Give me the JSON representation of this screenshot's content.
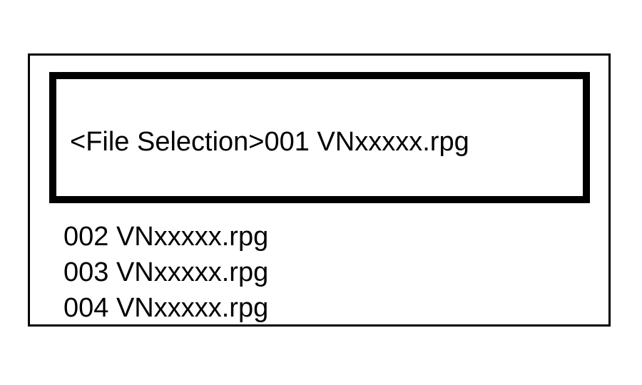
{
  "selection": {
    "header": "<File Selection>",
    "current_file": "001 VNxxxxx.rpg"
  },
  "files": [
    "002 VNxxxxx.rpg",
    "003 VNxxxxx.rpg",
    "004 VNxxxxx.rpg"
  ],
  "colors": {
    "foreground": "#000000",
    "background": "#ffffff"
  }
}
